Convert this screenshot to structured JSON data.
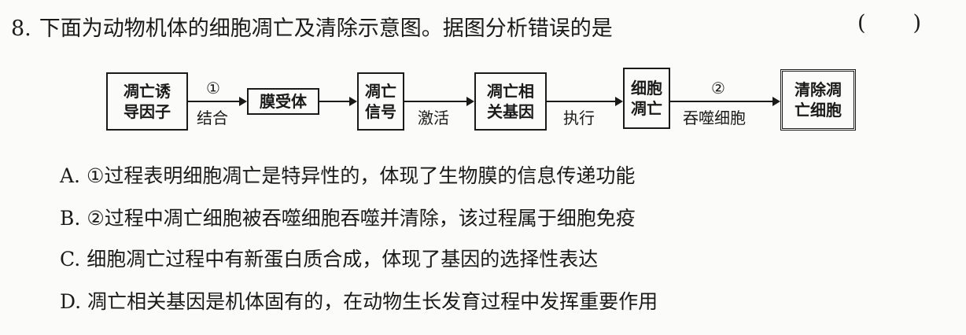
{
  "question": {
    "number": "8.",
    "stem": "下面为动物机体的细胞凋亡及清除示意图。据图分析错误的是",
    "answer_paren_open": "(",
    "answer_paren_close": ")"
  },
  "diagram": {
    "boxes": [
      {
        "id": "inducer",
        "lines": [
          "凋亡诱",
          "导因子"
        ]
      },
      {
        "id": "receptor",
        "lines": [
          "膜受体"
        ]
      },
      {
        "id": "signal",
        "lines": [
          "凋亡",
          "信号"
        ]
      },
      {
        "id": "genes",
        "lines": [
          "凋亡相",
          "关基因"
        ]
      },
      {
        "id": "apoptosis",
        "lines": [
          "细胞",
          "凋亡"
        ]
      },
      {
        "id": "clear",
        "lines": [
          "清除凋",
          "亡细胞"
        ]
      }
    ],
    "arrows": [
      {
        "top": "①",
        "bottom": "结合"
      },
      {
        "top": "",
        "bottom": ""
      },
      {
        "top": "",
        "bottom": "激活"
      },
      {
        "top": "",
        "bottom": "执行"
      },
      {
        "top": "②",
        "bottom": "吞噬细胞"
      }
    ]
  },
  "options": [
    {
      "letter": "A.",
      "text": "①过程表明细胞凋亡是特异性的，体现了生物膜的信息传递功能"
    },
    {
      "letter": "B.",
      "text": "②过程中凋亡细胞被吞噬细胞吞噬并清除，该过程属于细胞免疫"
    },
    {
      "letter": "C.",
      "text": "细胞凋亡过程中有新蛋白质合成，体现了基因的选择性表达"
    },
    {
      "letter": "D.",
      "text": "凋亡相关基因是机体固有的，在动物生长发育过程中发挥重要作用"
    }
  ]
}
